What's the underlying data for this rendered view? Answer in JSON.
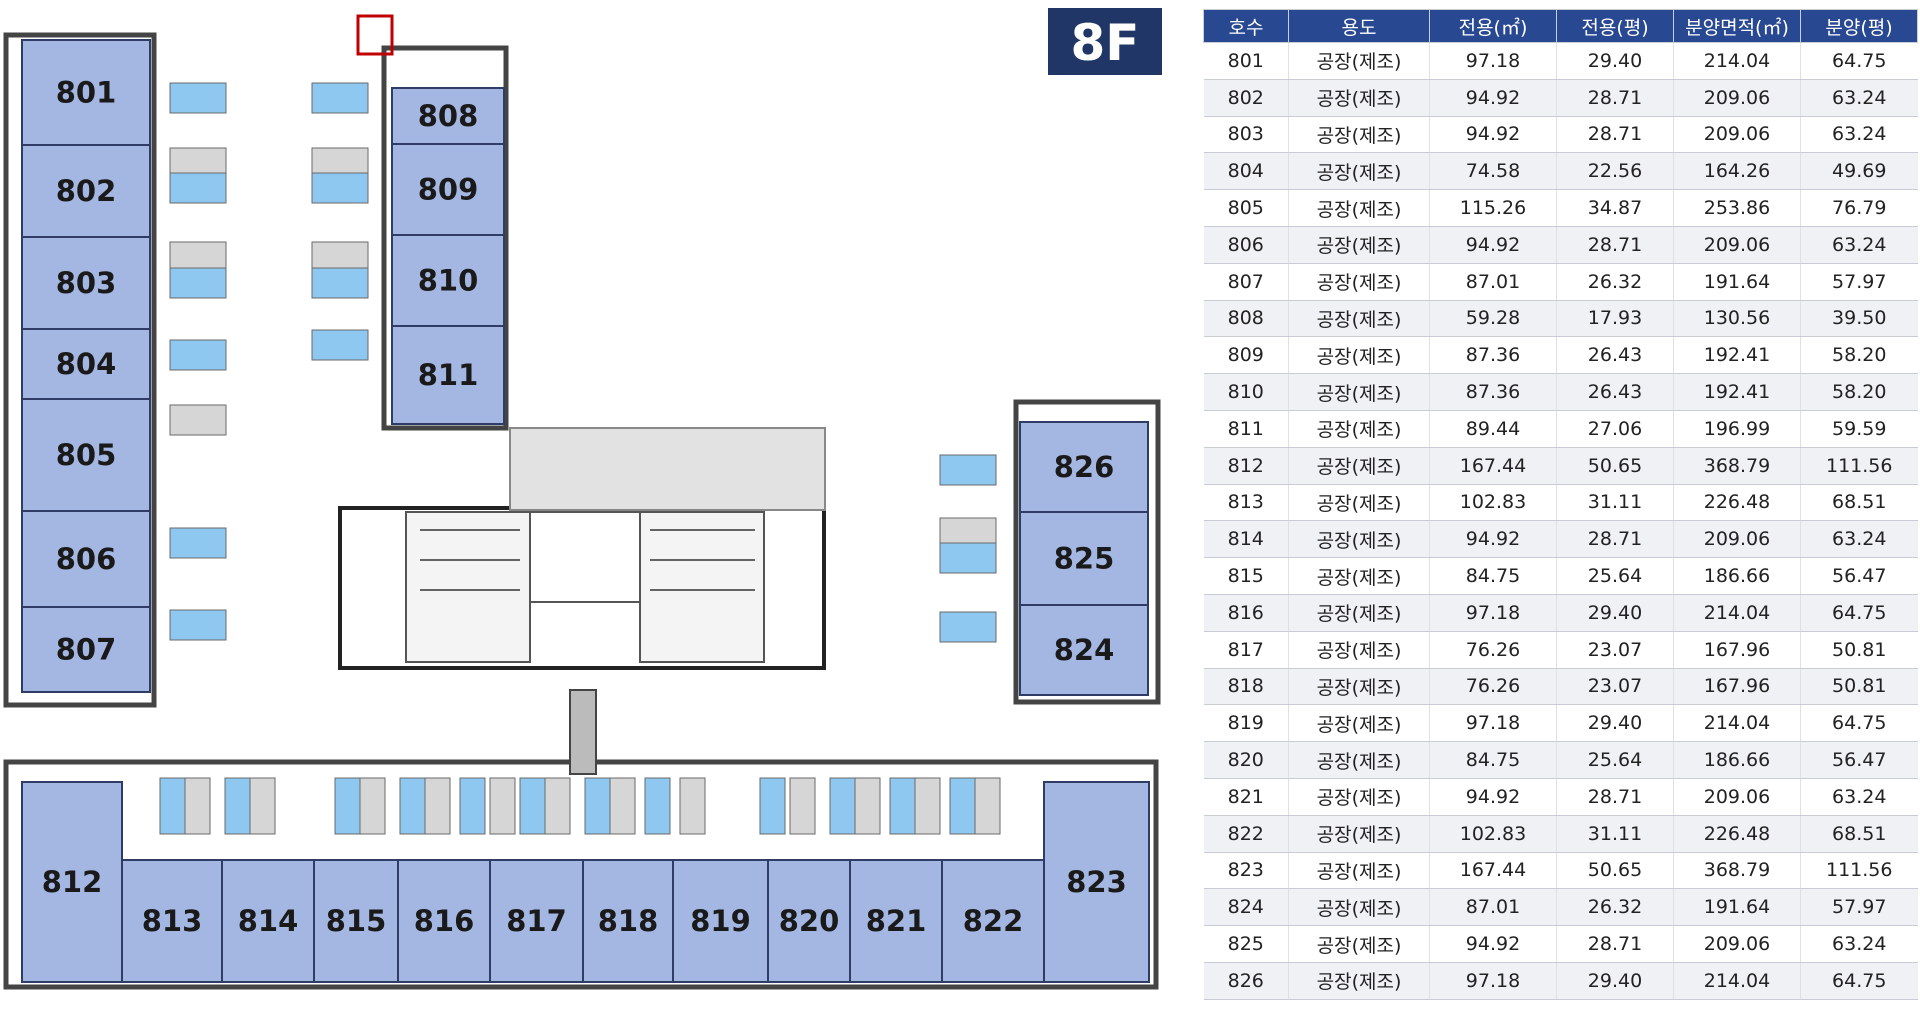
{
  "floor_sign": "8F",
  "colors": {
    "unit_fill": "#a4b7e3",
    "parking_blue": "#8ec7ef",
    "parking_gray": "#d6d6d6",
    "sign_bg": "#1f3667",
    "header_bg": "#294892"
  },
  "floor_plan": {
    "units": [
      "801",
      "802",
      "803",
      "804",
      "805",
      "806",
      "807",
      "808",
      "809",
      "810",
      "811",
      "812",
      "813",
      "814",
      "815",
      "816",
      "817",
      "818",
      "819",
      "820",
      "821",
      "822",
      "823",
      "824",
      "825",
      "826"
    ]
  },
  "table": {
    "headers": [
      "호수",
      "용도",
      "전용(㎡)",
      "전용(평)",
      "분양면적(㎡)",
      "분양(평)"
    ],
    "rows": [
      [
        "801",
        "공장(제조)",
        "97.18",
        "29.40",
        "214.04",
        "64.75"
      ],
      [
        "802",
        "공장(제조)",
        "94.92",
        "28.71",
        "209.06",
        "63.24"
      ],
      [
        "803",
        "공장(제조)",
        "94.92",
        "28.71",
        "209.06",
        "63.24"
      ],
      [
        "804",
        "공장(제조)",
        "74.58",
        "22.56",
        "164.26",
        "49.69"
      ],
      [
        "805",
        "공장(제조)",
        "115.26",
        "34.87",
        "253.86",
        "76.79"
      ],
      [
        "806",
        "공장(제조)",
        "94.92",
        "28.71",
        "209.06",
        "63.24"
      ],
      [
        "807",
        "공장(제조)",
        "87.01",
        "26.32",
        "191.64",
        "57.97"
      ],
      [
        "808",
        "공장(제조)",
        "59.28",
        "17.93",
        "130.56",
        "39.50"
      ],
      [
        "809",
        "공장(제조)",
        "87.36",
        "26.43",
        "192.41",
        "58.20"
      ],
      [
        "810",
        "공장(제조)",
        "87.36",
        "26.43",
        "192.41",
        "58.20"
      ],
      [
        "811",
        "공장(제조)",
        "89.44",
        "27.06",
        "196.99",
        "59.59"
      ],
      [
        "812",
        "공장(제조)",
        "167.44",
        "50.65",
        "368.79",
        "111.56"
      ],
      [
        "813",
        "공장(제조)",
        "102.83",
        "31.11",
        "226.48",
        "68.51"
      ],
      [
        "814",
        "공장(제조)",
        "94.92",
        "28.71",
        "209.06",
        "63.24"
      ],
      [
        "815",
        "공장(제조)",
        "84.75",
        "25.64",
        "186.66",
        "56.47"
      ],
      [
        "816",
        "공장(제조)",
        "97.18",
        "29.40",
        "214.04",
        "64.75"
      ],
      [
        "817",
        "공장(제조)",
        "76.26",
        "23.07",
        "167.96",
        "50.81"
      ],
      [
        "818",
        "공장(제조)",
        "76.26",
        "23.07",
        "167.96",
        "50.81"
      ],
      [
        "819",
        "공장(제조)",
        "97.18",
        "29.40",
        "214.04",
        "64.75"
      ],
      [
        "820",
        "공장(제조)",
        "84.75",
        "25.64",
        "186.66",
        "56.47"
      ],
      [
        "821",
        "공장(제조)",
        "94.92",
        "28.71",
        "209.06",
        "63.24"
      ],
      [
        "822",
        "공장(제조)",
        "102.83",
        "31.11",
        "226.48",
        "68.51"
      ],
      [
        "823",
        "공장(제조)",
        "167.44",
        "50.65",
        "368.79",
        "111.56"
      ],
      [
        "824",
        "공장(제조)",
        "87.01",
        "26.32",
        "191.64",
        "57.97"
      ],
      [
        "825",
        "공장(제조)",
        "94.92",
        "28.71",
        "209.06",
        "63.24"
      ],
      [
        "826",
        "공장(제조)",
        "97.18",
        "29.40",
        "214.04",
        "64.75"
      ]
    ]
  }
}
